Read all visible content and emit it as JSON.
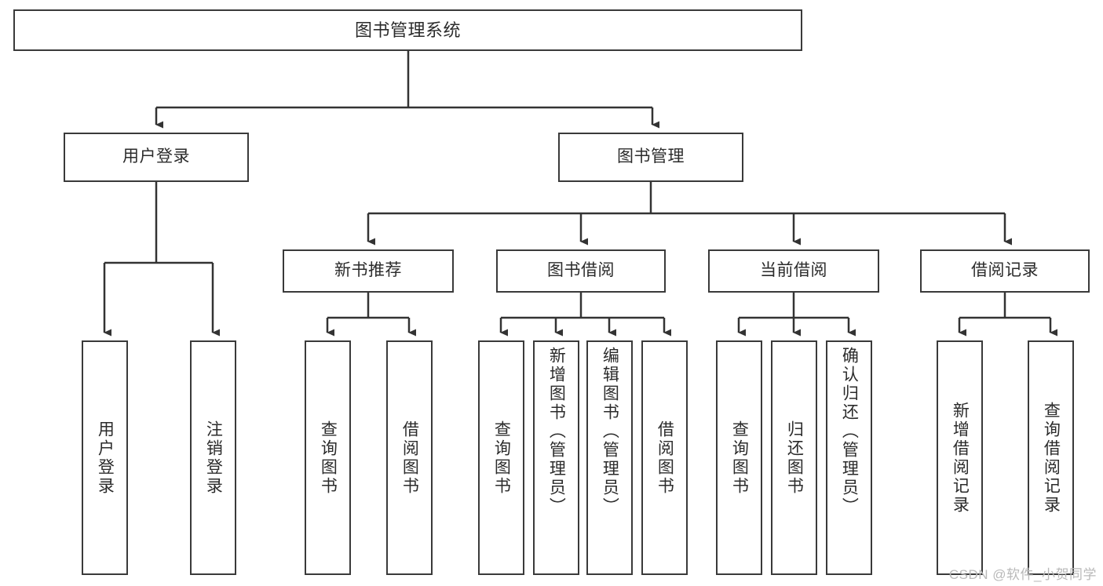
{
  "diagram": {
    "title": "图书管理系统",
    "watermark": "CSDN @软件_小贺同学",
    "style": {
      "border_color": "#3a3a3a",
      "text_color": "#2b2b2b",
      "background": "#ffffff",
      "watermark_color": "#b9b9b9"
    },
    "levels": {
      "root": {
        "label": "图书管理系统"
      },
      "level2": [
        {
          "label": "用户登录"
        },
        {
          "label": "图书管理"
        }
      ],
      "level3": [
        {
          "label": "新书推荐"
        },
        {
          "label": "图书借阅"
        },
        {
          "label": "当前借阅"
        },
        {
          "label": "借阅记录"
        }
      ],
      "leaves": {
        "user_login": [
          {
            "label": "用户登录"
          },
          {
            "label": "注销登录"
          }
        ],
        "new_book_recommend": [
          {
            "label": "查询图书"
          },
          {
            "label": "借阅图书"
          }
        ],
        "book_borrow": [
          {
            "label": "查询图书"
          },
          {
            "label": "新增图书（管理员）"
          },
          {
            "label": "编辑图书（管理员）"
          },
          {
            "label": "借阅图书"
          }
        ],
        "current_borrow": [
          {
            "label": "查询图书"
          },
          {
            "label": "归还图书"
          },
          {
            "label": "确认归还（管理员）"
          }
        ],
        "borrow_record": [
          {
            "label": "新增借阅记录"
          },
          {
            "label": "查询借阅记录"
          }
        ]
      }
    }
  }
}
